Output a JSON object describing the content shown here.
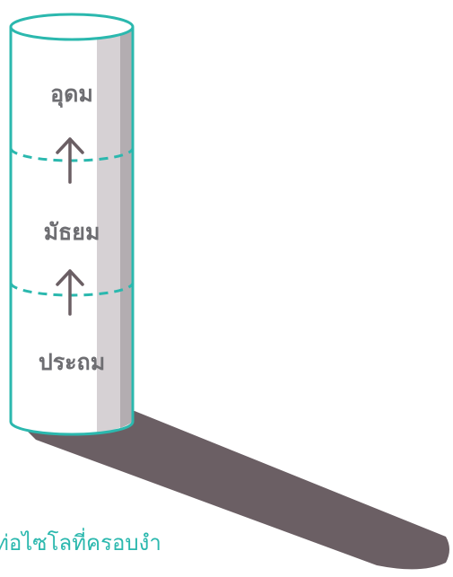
{
  "levels": [
    {
      "label": "อุดม"
    },
    {
      "label": "มัธยม"
    },
    {
      "label": "ประถม"
    }
  ],
  "caption": "ท่อไซโลที่ครอบงำ",
  "colors": {
    "outline": "#2bb8ae",
    "shadow": "#6b5f64",
    "side_band": "#d6d1d4",
    "side_edge": "#b3adb1",
    "arrow": "#6b5f64",
    "label": "#6e6e72"
  }
}
